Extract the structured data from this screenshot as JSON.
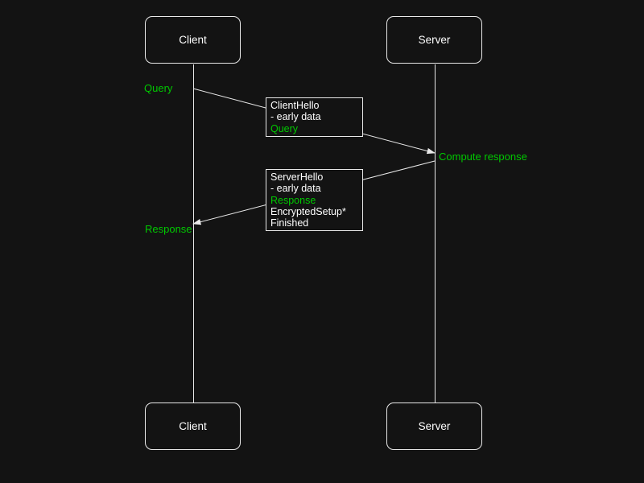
{
  "diagram": {
    "type": "sequence-diagram",
    "colors": {
      "background": "#131313",
      "lines_and_borders": "#e9e9e9",
      "text": "#ffffff",
      "accent_green": "#00c800"
    },
    "actors": {
      "client_top": "Client",
      "server_top": "Server",
      "client_bottom": "Client",
      "server_bottom": "Server"
    },
    "labels": {
      "query": "Query",
      "compute_response": "Compute response",
      "response": "Response"
    },
    "messages": {
      "client_hello": {
        "lines": [
          {
            "text": "ClientHello",
            "color": "white"
          },
          {
            "text": "- early data",
            "color": "white"
          },
          {
            "text": "Query",
            "color": "green"
          }
        ]
      },
      "server_hello": {
        "lines": [
          {
            "text": "ServerHello",
            "color": "white"
          },
          {
            "text": "- early data",
            "color": "white"
          },
          {
            "text": "Response",
            "color": "green"
          },
          {
            "text": "EncryptedSetup*",
            "color": "white"
          },
          {
            "text": "Finished",
            "color": "white"
          }
        ]
      }
    }
  }
}
